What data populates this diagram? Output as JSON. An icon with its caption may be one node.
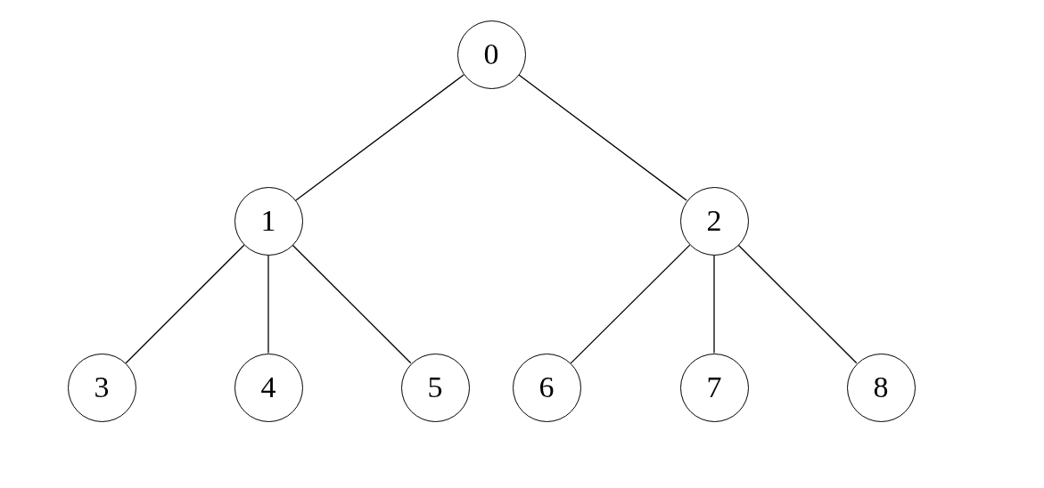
{
  "diagram": {
    "nodes": [
      {
        "text": [
          "0"
        ]
      },
      {
        "text": [
          "1"
        ]
      },
      {
        "text": [
          "2"
        ]
      },
      {
        "text": [
          "3"
        ]
      },
      {
        "text": [
          "4"
        ]
      },
      {
        "text": [
          "5"
        ]
      },
      {
        "text": [
          "6"
        ]
      },
      {
        "text": [
          "7"
        ]
      },
      {
        "text": [
          "8"
        ]
      }
    ],
    "edges": [
      {
        "from": 0,
        "to": 1,
        "arrow": "none"
      },
      {
        "from": 0,
        "to": 2,
        "arrow": "none"
      },
      {
        "from": 1,
        "to": 3,
        "arrow": "none"
      },
      {
        "from": 1,
        "to": 4,
        "arrow": "none"
      },
      {
        "from": 1,
        "to": 5,
        "arrow": "none"
      },
      {
        "from": 2,
        "to": 6,
        "arrow": "none"
      },
      {
        "from": 2,
        "to": 7,
        "arrow": "none"
      },
      {
        "from": 2,
        "to": 8,
        "arrow": "none"
      }
    ]
  }
}
